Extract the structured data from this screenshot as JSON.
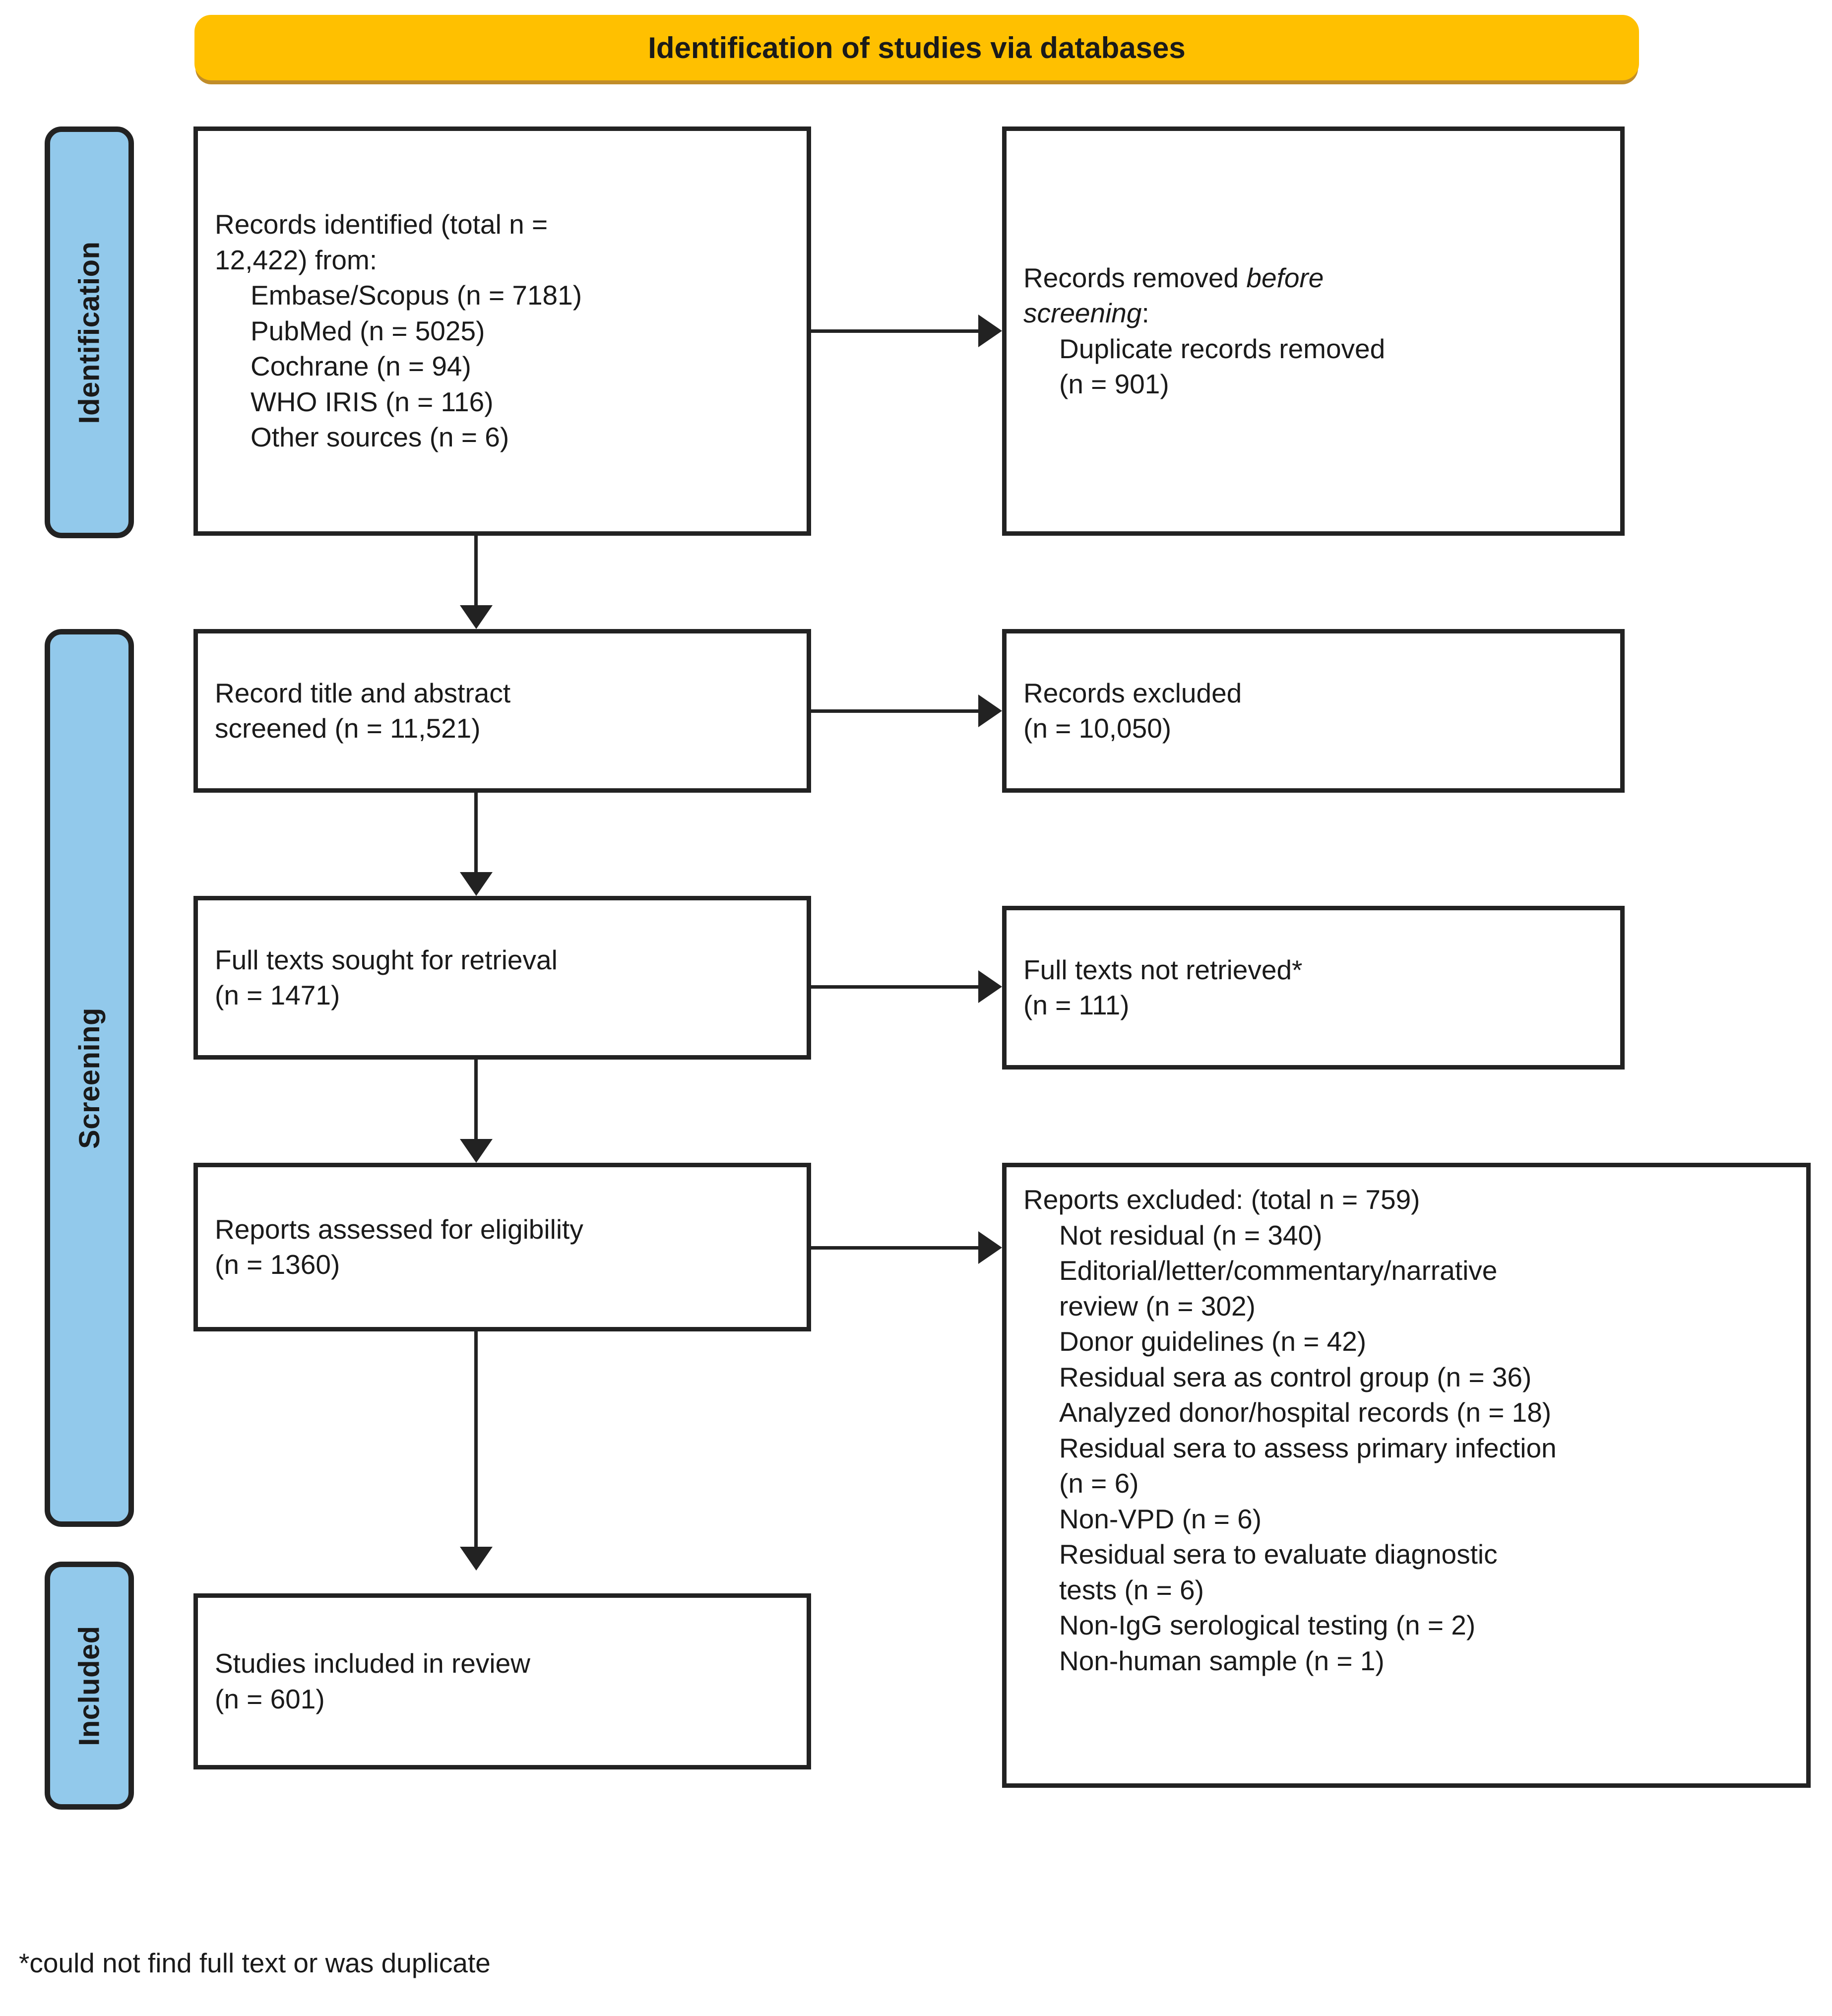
{
  "diagram": {
    "title": "Identification of studies via databases",
    "type": "prisma-flow-diagram",
    "footnote": "*could not find full text or was duplicate"
  },
  "stages": [
    {
      "id": "identification",
      "label": "Identification"
    },
    {
      "id": "screening",
      "label": "Screening"
    },
    {
      "id": "included",
      "label": "Included"
    }
  ],
  "boxes": {
    "records_identified": {
      "lines": [
        "Records identified (total n =",
        "12,422) from:"
      ],
      "sources": [
        "Embase/Scopus (n = 7181)",
        "PubMed (n = 5025)",
        "Cochrane (n = 94)",
        "WHO IRIS (n = 116)",
        "Other sources (n = 6)"
      ]
    },
    "records_removed": {
      "line1_prefix": "Records removed ",
      "line1_italic": "before",
      "line2_italic": "screening",
      "line2_suffix": ":",
      "indented": [
        "Duplicate records removed",
        "(n = 901)"
      ]
    },
    "title_abstract_screened": {
      "lines": [
        "Record title and abstract",
        "screened (n = 11,521)"
      ]
    },
    "records_excluded": {
      "lines": [
        "Records excluded",
        "(n = 10,050)"
      ]
    },
    "full_texts_sought": {
      "lines": [
        "Full texts sought for retrieval",
        "(n = 1471)"
      ]
    },
    "full_texts_not_retrieved": {
      "lines": [
        "Full texts not retrieved*",
        "(n = 111)"
      ]
    },
    "reports_assessed": {
      "lines": [
        "Reports assessed for eligibility",
        "(n = 1360)"
      ]
    },
    "reports_excluded": {
      "header": "Reports excluded: (total n = 759)",
      "reasons": [
        "Not residual (n = 340)",
        "Editorial/letter/commentary/narrative",
        "review (n = 302)",
        "Donor guidelines (n = 42)",
        "Residual sera as control group (n = 36)",
        "Analyzed donor/hospital records (n = 18)",
        "Residual sera to assess primary infection",
        "(n = 6)",
        "Non-VPD (n = 6)",
        "Residual sera to evaluate diagnostic",
        "tests (n = 6)",
        "Non-IgG serological testing (n = 2)",
        "Non-human sample (n = 1)"
      ]
    },
    "studies_included": {
      "lines": [
        "Studies included in review",
        "(n = 601)"
      ]
    }
  },
  "chart_data": {
    "type": "table",
    "title": "Identification of studies via databases",
    "stages": [
      "Identification",
      "Screening",
      "Included"
    ],
    "flow": [
      {
        "step": "Records identified (total)",
        "n": 12422
      },
      {
        "step": "Embase/Scopus",
        "n": 7181
      },
      {
        "step": "PubMed",
        "n": 5025
      },
      {
        "step": "Cochrane",
        "n": 94
      },
      {
        "step": "WHO IRIS",
        "n": 116
      },
      {
        "step": "Other sources",
        "n": 6
      },
      {
        "step": "Duplicate records removed",
        "n": 901
      },
      {
        "step": "Record title and abstract screened",
        "n": 11521
      },
      {
        "step": "Records excluded",
        "n": 10050
      },
      {
        "step": "Full texts sought for retrieval",
        "n": 1471
      },
      {
        "step": "Full texts not retrieved",
        "n": 111
      },
      {
        "step": "Reports assessed for eligibility",
        "n": 1360
      },
      {
        "step": "Reports excluded (total)",
        "n": 759
      },
      {
        "step": "Not residual",
        "n": 340
      },
      {
        "step": "Editorial/letter/commentary/narrative review",
        "n": 302
      },
      {
        "step": "Donor guidelines",
        "n": 42
      },
      {
        "step": "Residual sera as control group",
        "n": 36
      },
      {
        "step": "Analyzed donor/hospital records",
        "n": 18
      },
      {
        "step": "Residual sera to assess primary infection",
        "n": 6
      },
      {
        "step": "Non-VPD",
        "n": 6
      },
      {
        "step": "Residual sera to evaluate diagnostic tests",
        "n": 6
      },
      {
        "step": "Non-IgG serological testing",
        "n": 2
      },
      {
        "step": "Non-human sample",
        "n": 1
      },
      {
        "step": "Studies included in review",
        "n": 601
      }
    ]
  },
  "colors": {
    "banner": "#FFC000",
    "stage": "#92C9EB",
    "stroke": "#222222",
    "background": "#FFFFFF"
  }
}
